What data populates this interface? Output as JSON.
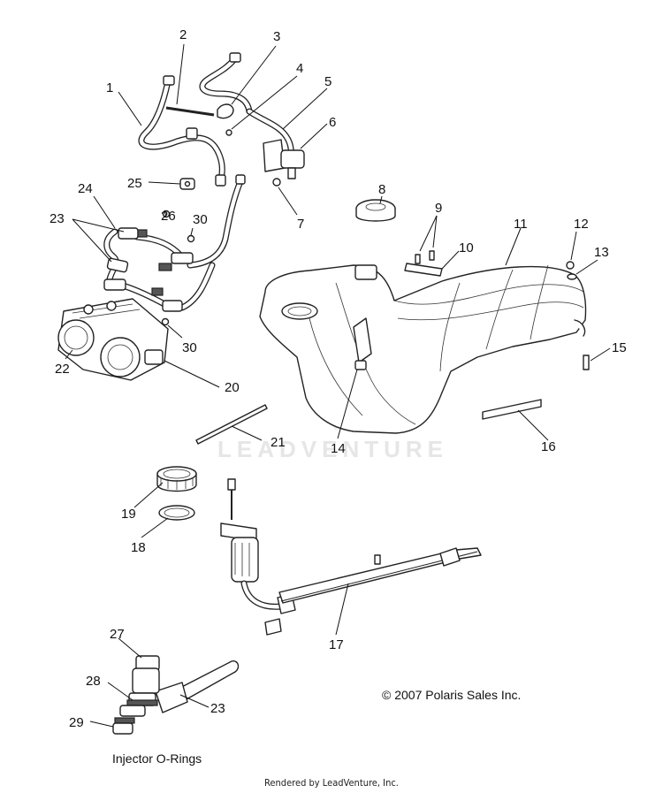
{
  "labels": [
    "1",
    "2",
    "3",
    "4",
    "5",
    "6",
    "7",
    "8",
    "9",
    "10",
    "11",
    "12",
    "13",
    "14",
    "15",
    "16",
    "17",
    "18",
    "19",
    "20",
    "21",
    "22",
    "23",
    "23",
    "24",
    "25",
    "26",
    "27",
    "28",
    "29",
    "30",
    "30"
  ],
  "watermark": "LEADVENTURE",
  "copyright": "© 2007 Polaris Sales Inc.",
  "inset_caption": "Injector O-Rings",
  "credit": "Rendered by LeadVenture, Inc."
}
